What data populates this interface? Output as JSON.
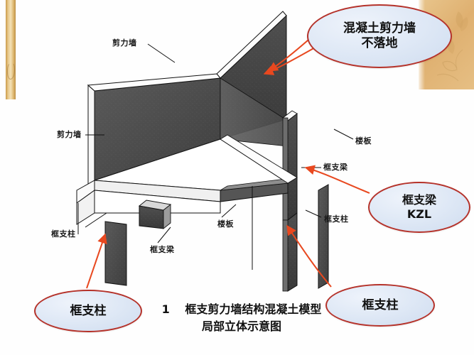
{
  "slide": {
    "background_color": "#ffffff",
    "ornament_color": "#dfb070",
    "callout_border_color": "#b5322a",
    "callout_fill_color": "#dde7f5",
    "arrow_color": "#e8481f",
    "concrete_color": "#4a4a4a"
  },
  "callouts": [
    {
      "id": "shear-wall-not-grounded",
      "line1": "混凝土剪力墙",
      "line2": "不落地"
    },
    {
      "id": "kzl-beam",
      "line1": "框支梁",
      "line2": "KZL"
    },
    {
      "id": "column-left",
      "line1": "框支柱",
      "line2": ""
    },
    {
      "id": "column-right",
      "line1": "框支柱",
      "line2": ""
    }
  ],
  "diagram_labels": [
    {
      "id": "shear-wall-top",
      "text": "剪力墙"
    },
    {
      "id": "shear-wall-left",
      "text": "剪力墙"
    },
    {
      "id": "floor-slab-right",
      "text": "楼板"
    },
    {
      "id": "frame-beam-right",
      "text": "框支梁"
    },
    {
      "id": "floor-slab-center",
      "text": "楼板"
    },
    {
      "id": "frame-column-left",
      "text": "框支柱"
    },
    {
      "id": "frame-beam-center",
      "text": "框支梁"
    },
    {
      "id": "frame-column-right",
      "text": "框支柱"
    }
  ],
  "caption": {
    "number": "1",
    "line1": "框支剪力墙结构混凝土模型",
    "line2": "局部立体示意图"
  }
}
